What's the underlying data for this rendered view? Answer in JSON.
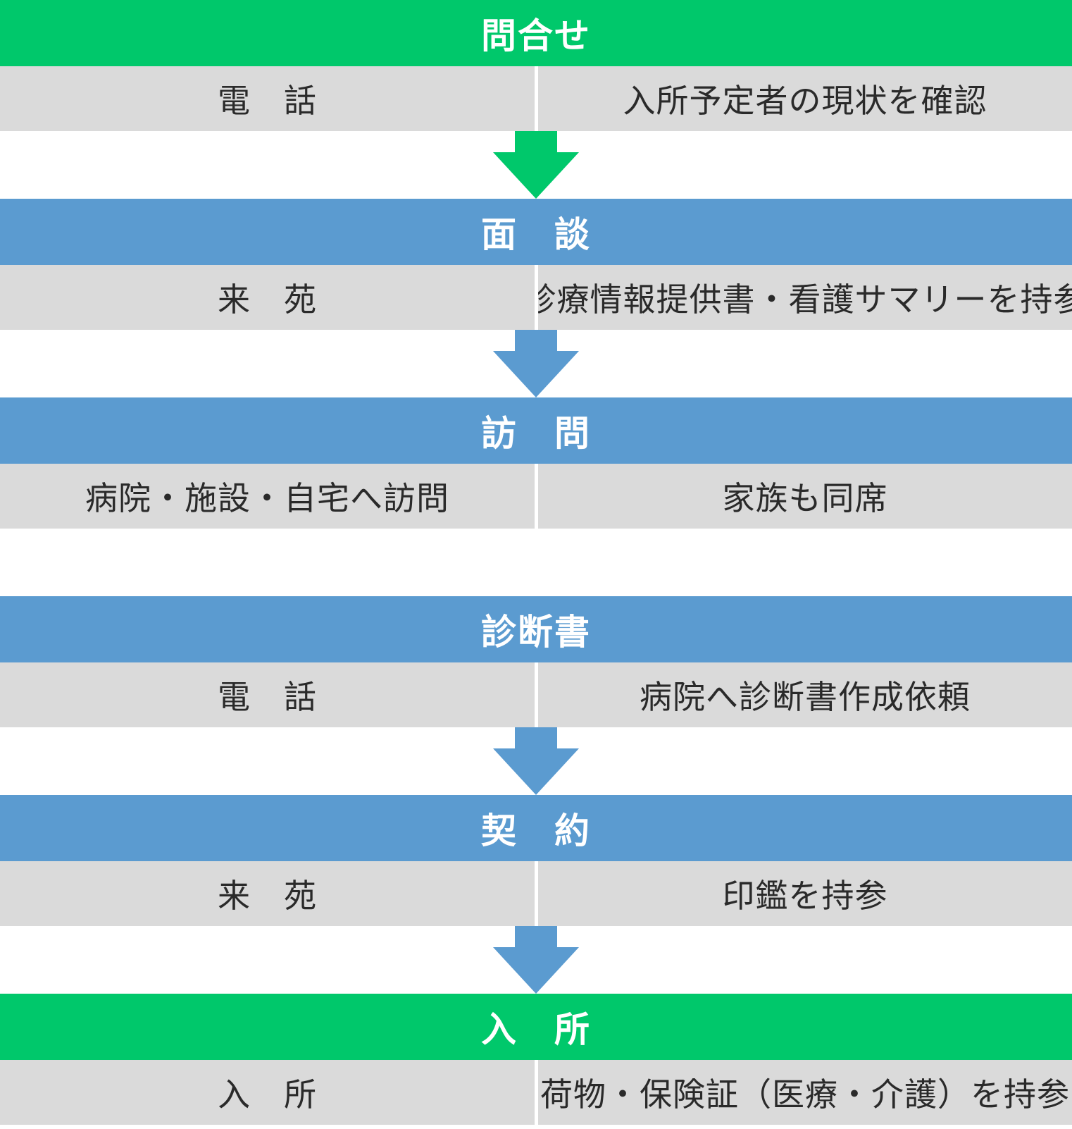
{
  "steps": [
    {
      "title": "問合せ",
      "color": "#00c86b",
      "method": "電　話",
      "note": "入所予定者の現状を確認"
    },
    {
      "title": "面　談",
      "color": "#5b9bd0",
      "method": "来　苑",
      "note": "診療情報提供書・看護サマリーを持参"
    },
    {
      "title": "訪　問",
      "color": "#5b9bd0",
      "method": "病院・施設・自宅へ訪問",
      "note": "家族も同席"
    },
    {
      "title": "診断書",
      "color": "#5b9bd0",
      "method": "電　話",
      "note": "病院へ診断書作成依頼"
    },
    {
      "title": "契　約",
      "color": "#5b9bd0",
      "method": "来　苑",
      "note": "印鑑を持参"
    },
    {
      "title": "入　所",
      "color": "#00c86b",
      "method": "入　所",
      "note": "荷物・保険証（医療・介護）を持参"
    }
  ],
  "colors": {
    "green": "#00c86b",
    "blue": "#5b9bd0",
    "detail_bg": "#dadada",
    "text": "#2a2a2a"
  }
}
